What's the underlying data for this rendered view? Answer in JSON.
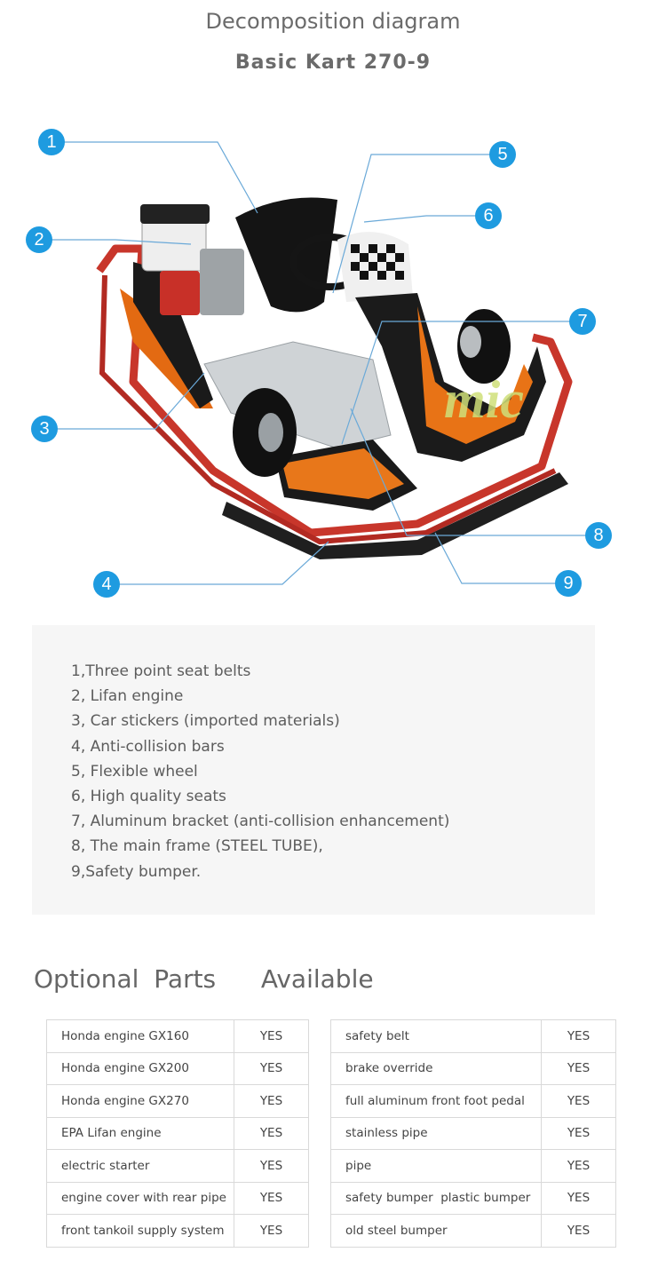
{
  "header": {
    "title": "Decomposition diagram",
    "subtitle": "Basic Kart 270-9"
  },
  "diagram": {
    "callouts": [
      "1",
      "2",
      "3",
      "4",
      "5",
      "6",
      "7",
      "8",
      "9"
    ],
    "watermark": "mic",
    "accent_color": "#1e9be0"
  },
  "parts": [
    "1,Three point seat belts",
    "2, Lifan engine",
    "3, Car stickers (imported materials)",
    "4, Anti-collision bars",
    "5, Flexible wheel",
    "6, High quality seats",
    "7, Aluminum bracket (anti-collision enhancement)",
    "8, The main frame (STEEL TUBE),",
    "9,Safety bumper."
  ],
  "optional": {
    "heading": "Optional Parts   Available",
    "left": [
      {
        "name": "Honda engine GX160",
        "value": "YES"
      },
      {
        "name": "Honda engine GX200",
        "value": "YES"
      },
      {
        "name": "Honda engine GX270",
        "value": "YES"
      },
      {
        "name": "EPA Lifan engine",
        "value": "YES"
      },
      {
        "name": "electric starter",
        "value": "YES"
      },
      {
        "name": "engine cover with rear pipe",
        "value": "YES"
      },
      {
        "name": "front tankoil supply system",
        "value": "YES"
      }
    ],
    "right": [
      {
        "name": "safety belt",
        "value": "YES"
      },
      {
        "name": "brake override",
        "value": "YES"
      },
      {
        "name": "full aluminum front foot pedal",
        "value": "YES"
      },
      {
        "name": "stainless pipe",
        "value": "YES"
      },
      {
        "name": "pipe",
        "value": "YES"
      },
      {
        "name": "safety bumper  plastic bumper",
        "value": "YES"
      },
      {
        "name": "old steel bumper",
        "value": "YES"
      }
    ]
  }
}
